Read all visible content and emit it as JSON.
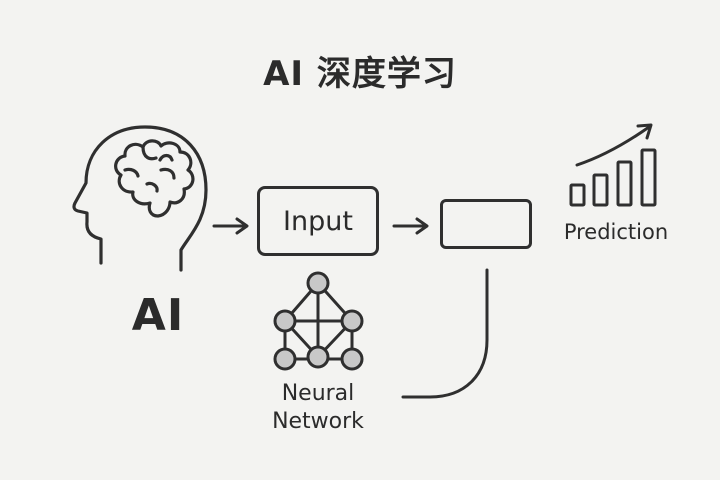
{
  "title": "AI 深度学习",
  "nodes": {
    "ai": {
      "label": "AI",
      "icon": "head-brain-icon"
    },
    "input": {
      "label": "Input"
    },
    "output": {
      "label": ""
    },
    "prediction": {
      "label": "Prediction",
      "icon": "bar-chart-trend-icon"
    },
    "neural_network": {
      "label": "Neural\nNetwork",
      "icon": "network-graph-icon"
    }
  },
  "colors": {
    "background": "#f3f3f1",
    "stroke": "#2f2f2f",
    "node_fill": "#c8c8c8"
  }
}
